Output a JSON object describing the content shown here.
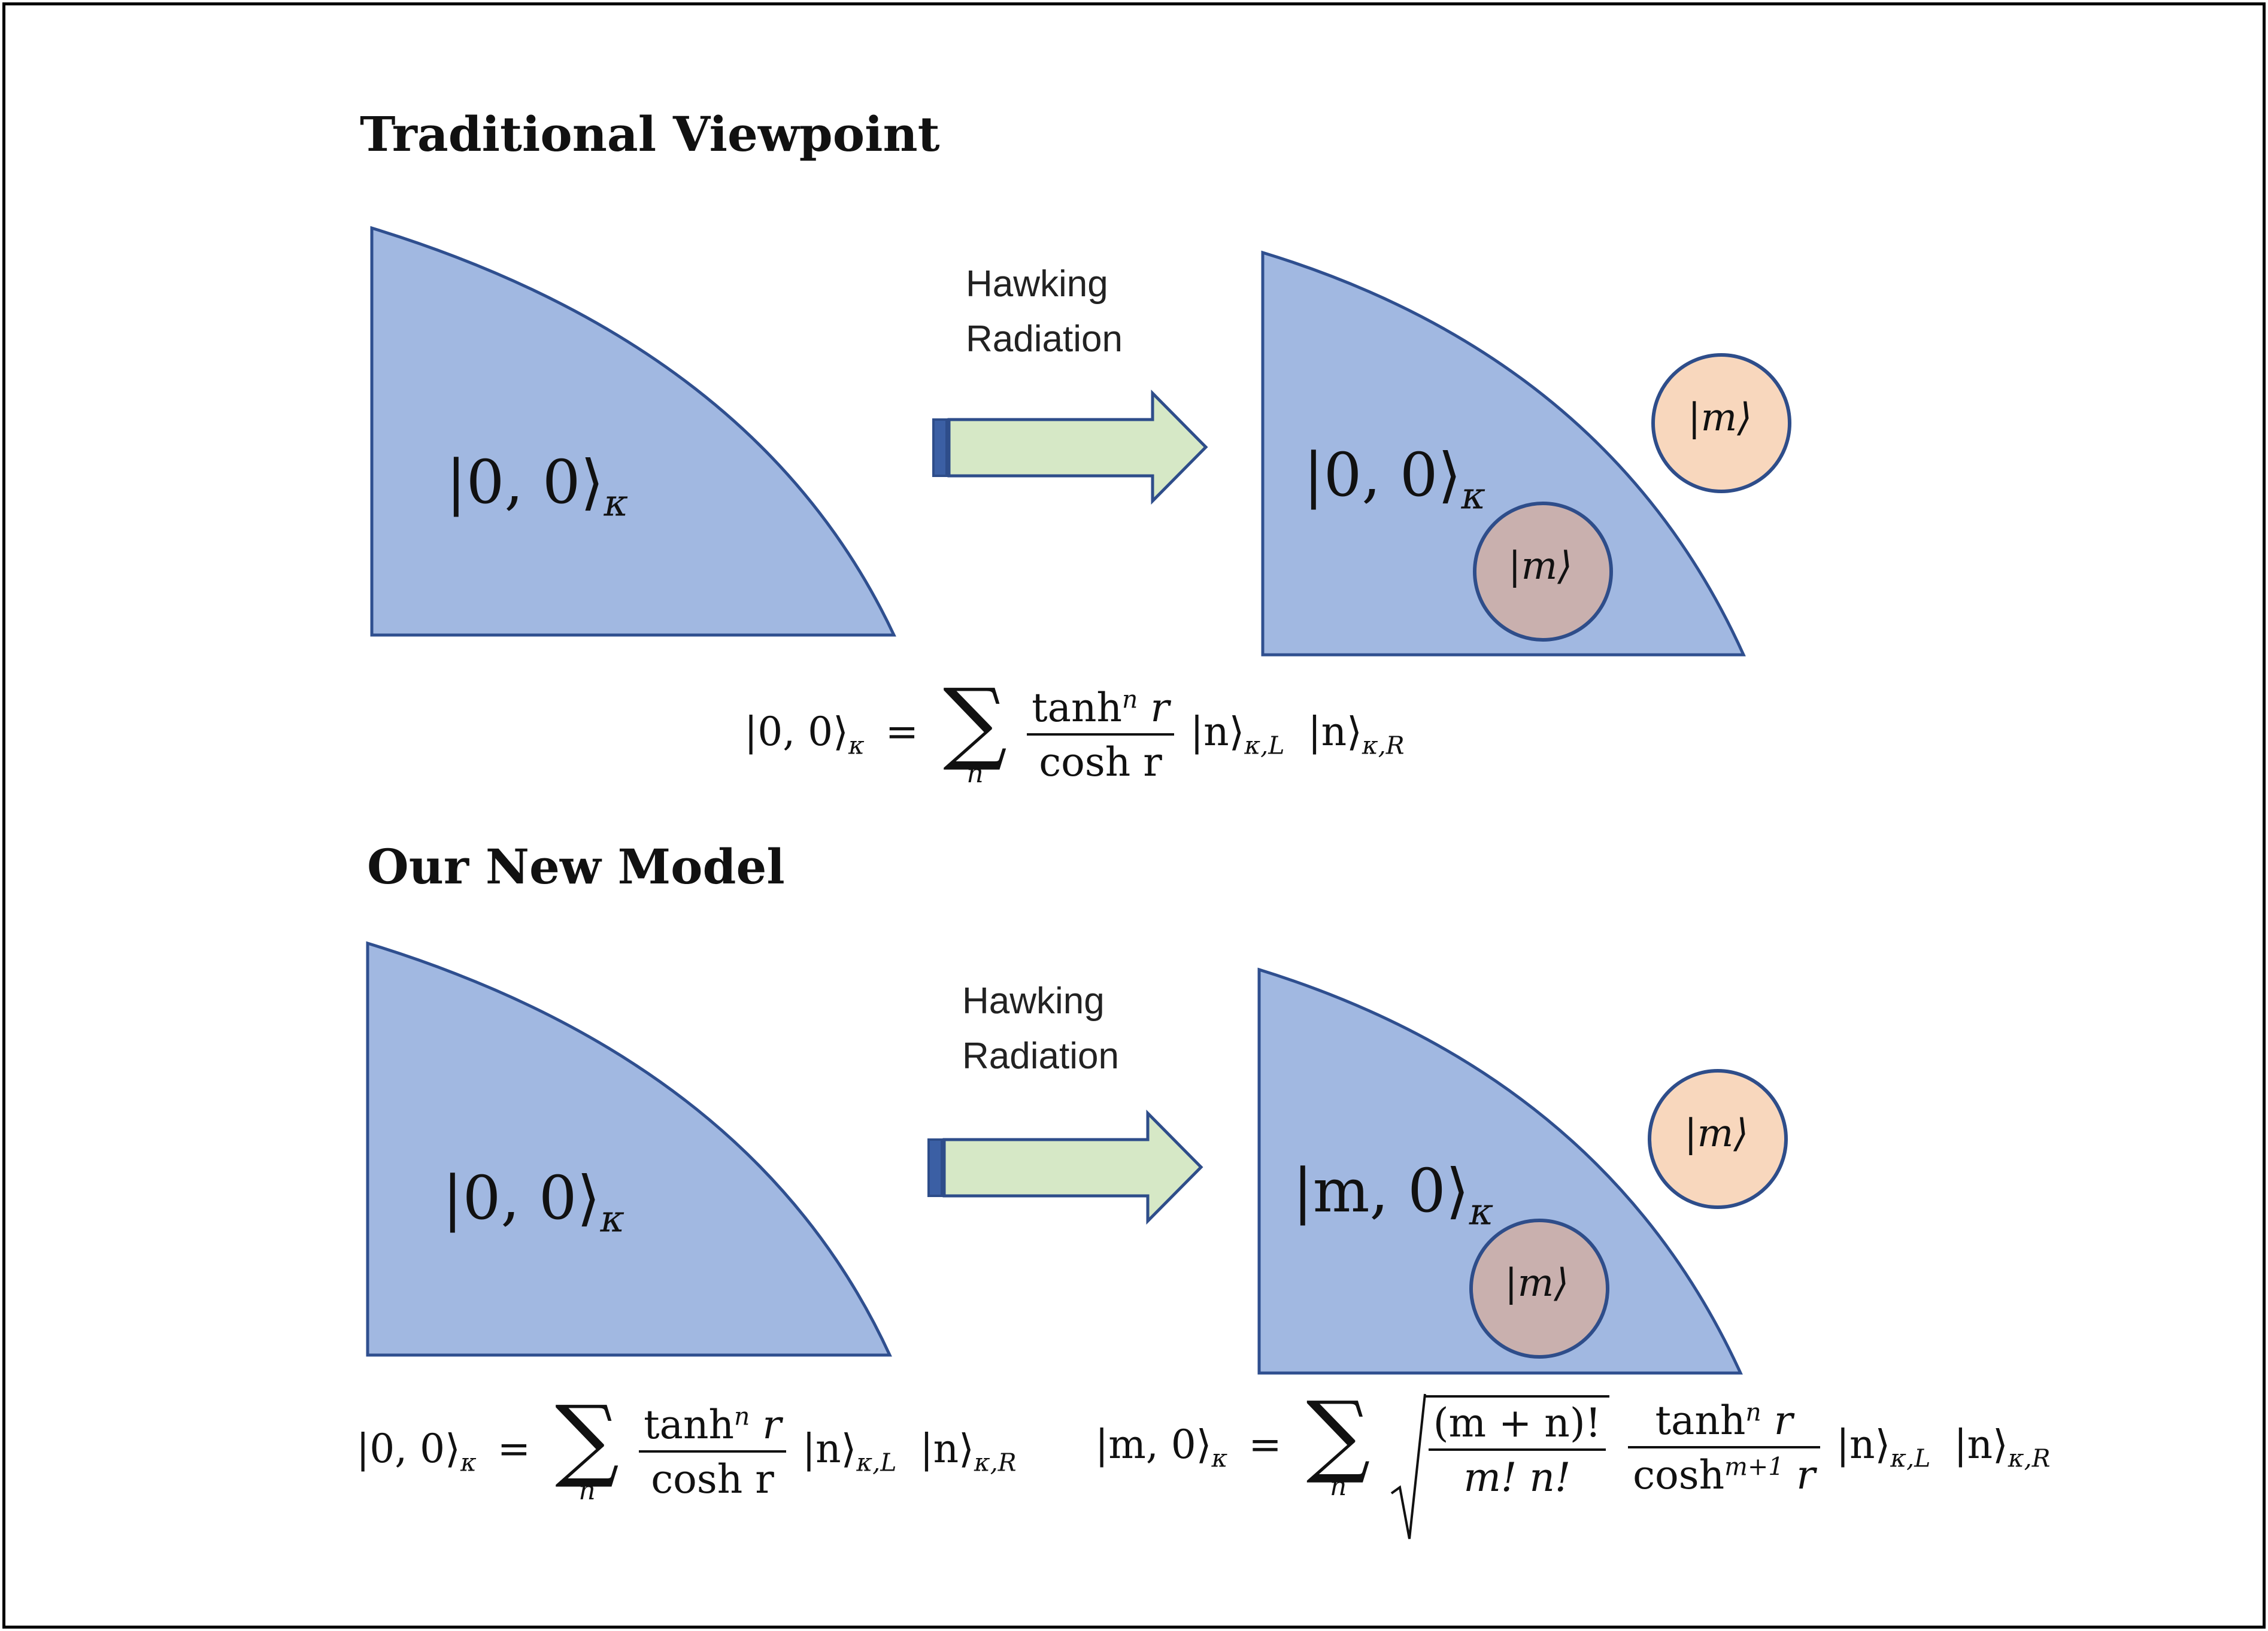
{
  "sections": {
    "traditional": {
      "heading": "Traditional Viewpoint",
      "arrow_label_line1": "Hawking",
      "arrow_label_line2": "Radiation",
      "before_state": {
        "ket": "|0, 0⟩",
        "sub": "κ"
      },
      "after_state": {
        "ket": "|0, 0⟩",
        "sub": "κ"
      },
      "inner_particle": "|m⟩",
      "outer_particle": "|m⟩",
      "equation": {
        "lhs": "|0, 0⟩",
        "lhs_sub": "κ",
        "eq": "=",
        "sum_index": "n",
        "num": "tanh",
        "num_sup": "n",
        "num_tail": " r",
        "den": "cosh r",
        "ket_left": "|n⟩",
        "ket_left_sub": "κ,L",
        "ket_right": "|n⟩",
        "ket_right_sub": "κ,R"
      }
    },
    "new_model": {
      "heading": "Our New Model",
      "arrow_label_line1": "Hawking",
      "arrow_label_line2": "Radiation",
      "before_state": {
        "ket": "|0, 0⟩",
        "sub": "κ"
      },
      "after_state": {
        "ket": "|m, 0⟩",
        "sub": "κ"
      },
      "inner_particle": "|m⟩",
      "outer_particle": "|m⟩",
      "equation_left": {
        "lhs": "|0, 0⟩",
        "lhs_sub": "κ",
        "eq": "=",
        "sum_index": "n",
        "num": "tanh",
        "num_sup": "n",
        "num_tail": " r",
        "den": "cosh r",
        "ket_left": "|n⟩",
        "ket_left_sub": "κ,L",
        "ket_right": "|n⟩",
        "ket_right_sub": "κ,R"
      },
      "equation_right": {
        "lhs": "|m, 0⟩",
        "lhs_sub": "κ",
        "eq": "=",
        "sum_index": "n",
        "sqrt_num": "(m + n)!",
        "sqrt_den": "m! n!",
        "num": "tanh",
        "num_sup": "n",
        "num_tail": " r",
        "den": "cosh",
        "den_sup": "m+1",
        "den_tail": " r",
        "ket_left": "|n⟩",
        "ket_left_sub": "κ,L",
        "ket_right": "|n⟩",
        "ket_right_sub": "κ,R"
      }
    }
  },
  "colors": {
    "region_fill": "#a1b8e1",
    "region_edge": "#2f4f8f",
    "arrow_fill": "#d6e8c6",
    "arrow_edge": "#2e4d8a",
    "inner_particle_fill": "#c9b0ae",
    "outer_particle_fill": "#f8d7bd",
    "particle_edge": "#2e4d8a"
  }
}
